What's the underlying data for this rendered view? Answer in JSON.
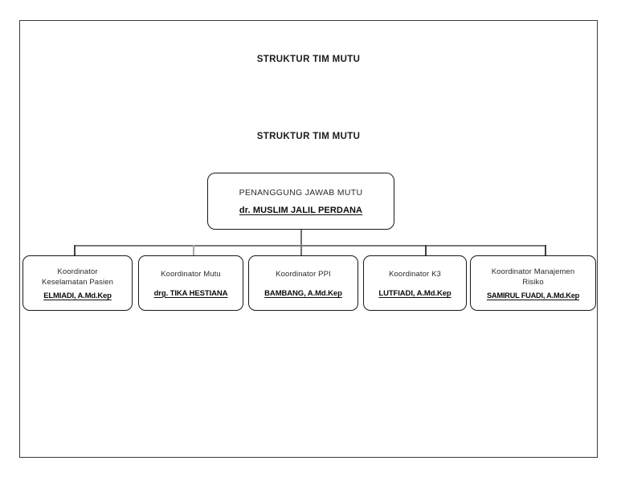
{
  "document": {
    "title_top": "STRUKTUR TIM MUTU",
    "title_section": "STRUKTUR TIM MUTU"
  },
  "org_chart": {
    "root": {
      "role": "PENANGGUNG JAWAB MUTU",
      "person": "dr. MUSLIM JALIL PERDANA"
    },
    "children": [
      {
        "role_line1": "Koordinator",
        "role_line2": "Keselamatan Pasien",
        "person": "ELMIADI, A.Md.Kep"
      },
      {
        "role_line1": "Koordinator Mutu",
        "role_line2": "",
        "person": "drg. TIKA HESTIANA"
      },
      {
        "role_line1": "Koordinator PPI",
        "role_line2": "",
        "person": "BAMBANG, A.Md.Kep"
      },
      {
        "role_line1": "Koordinator K3",
        "role_line2": "",
        "person": "LUTFIADI, A.Md.Kep"
      },
      {
        "role_line1": "Koordinator Manajemen",
        "role_line2": "Risiko",
        "person": "SAMIRUL FUADI, A.Md.Kep"
      }
    ]
  },
  "colors": {
    "page_border": "#3a3a3e",
    "box_border": "#18181a",
    "connector": "#6f6f73",
    "text": "#111111",
    "background": "#ffffff"
  }
}
